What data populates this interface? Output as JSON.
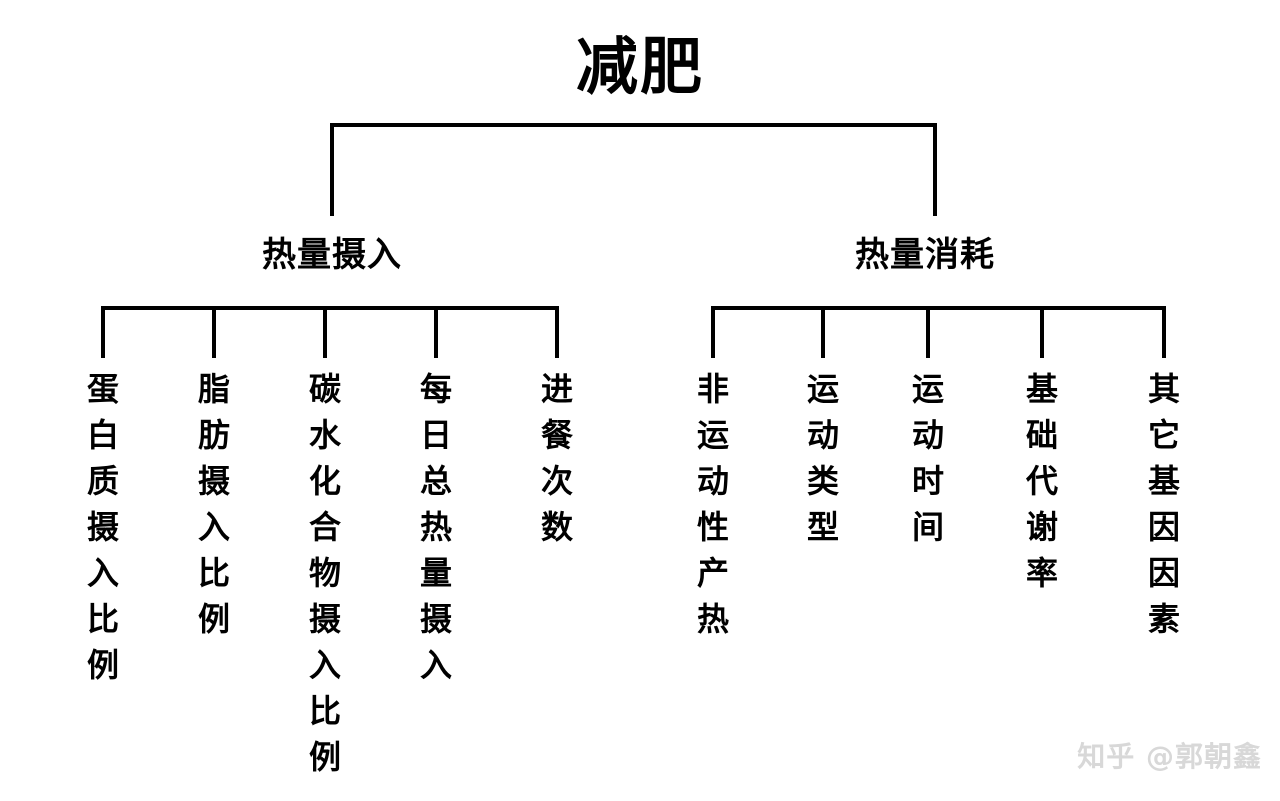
{
  "diagram": {
    "type": "tree",
    "title": "减肥",
    "watermark": "知乎 @郭朝鑫",
    "line_color": "#000000",
    "text_color": "#000000",
    "background_color": "#ffffff",
    "watermark_color": "#d8d8d8",
    "branches": [
      {
        "label": "热量摄入",
        "leaves": [
          "蛋白质摄入比例",
          "脂肪摄入比例",
          "碳水化合物摄入比例",
          "每日总热量摄入",
          "进餐次数"
        ]
      },
      {
        "label": "热量消耗",
        "leaves": [
          "非运动性产热",
          "运动类型",
          "运动时间",
          "基础代谢率",
          "其它基因因素"
        ]
      }
    ]
  }
}
